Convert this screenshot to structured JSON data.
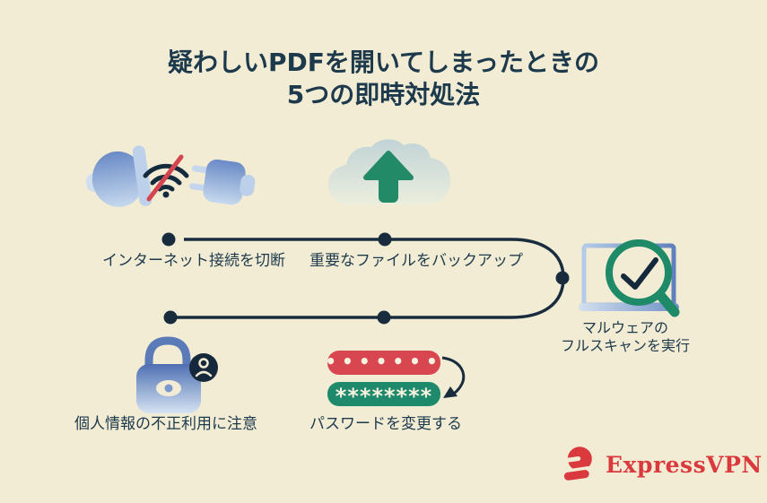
{
  "title": {
    "line1": "疑わしいPDFを開いてしまったときの",
    "line2": "5つの即時対処法"
  },
  "steps": [
    {
      "label": "インターネット接続を切断",
      "icon": "disconnected-plug-wifi-icon"
    },
    {
      "label": "重要なファイルをバックアップ",
      "icon": "cloud-upload-icon"
    },
    {
      "label_line1": "マルウェアの",
      "label_line2": "フルスキャンを実行",
      "icon": "laptop-malware-scan-icon"
    },
    {
      "label": "個人情報の不正利用に注意",
      "icon": "privacy-lock-icon"
    },
    {
      "label": "パスワードを変更する",
      "icon": "password-change-icon"
    }
  ],
  "password_icon": {
    "old_password_masked": "•••••••",
    "new_password_masked": "********"
  },
  "brand": {
    "wordmark": "ExpressVPN",
    "logomark": "expressvpn-logomark-icon"
  },
  "colors": {
    "background": "#f2ecd4",
    "text": "#1d3a4d",
    "flow_line": "#182c3e",
    "accent_red": "#d8464f",
    "slash_red": "#d4454f",
    "accent_green": "#1e8a6b",
    "magnifier_green": "#1f8a68",
    "brand_red": "#da3a3e",
    "icon_blue": "#6a8ac6"
  }
}
